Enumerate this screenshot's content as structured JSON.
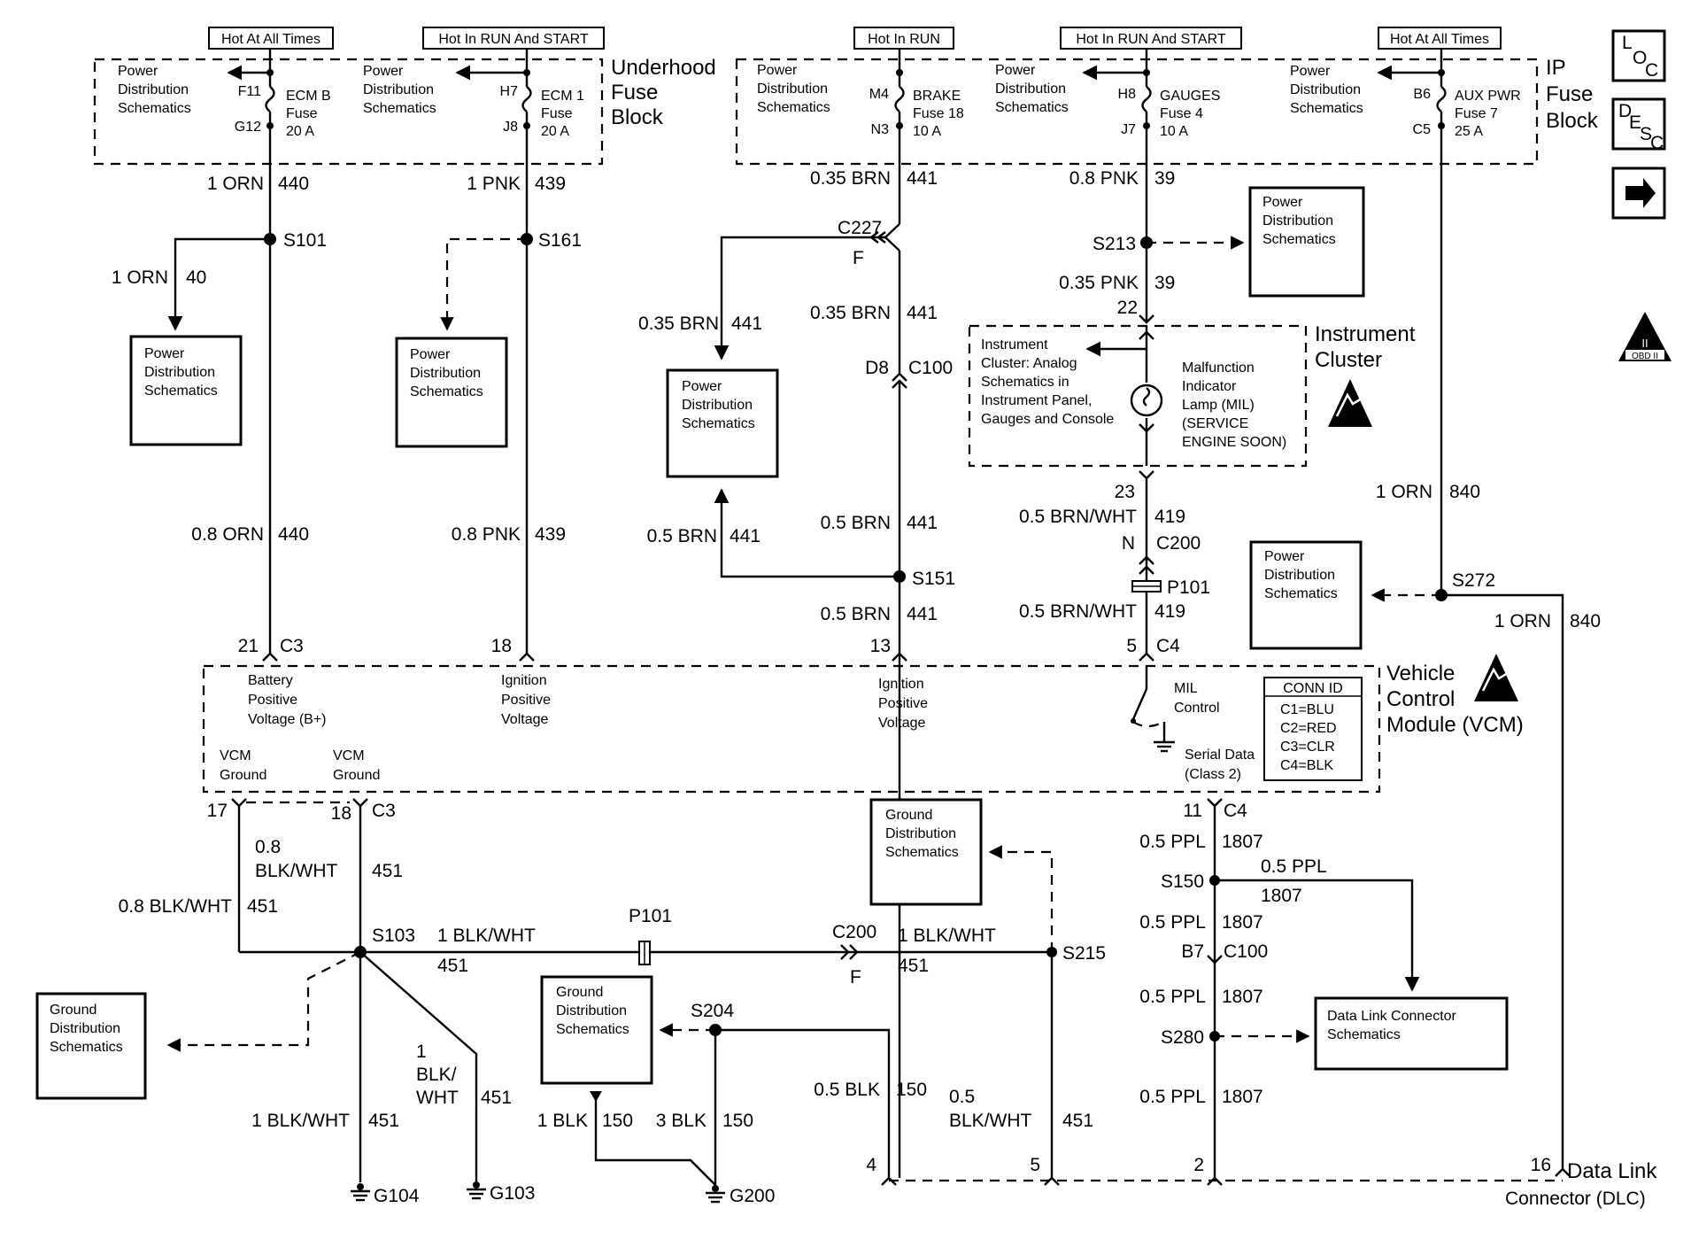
{
  "headers": {
    "ecmb": "Hot At All Times",
    "ecm1": "Hot In RUN And START",
    "brake": "Hot In RUN",
    "gauges": "Hot In RUN And START",
    "aux": "Hot At All Times"
  },
  "fuse_blocks": {
    "underhood": [
      "Underhood",
      "Fuse",
      "Block"
    ],
    "ip": [
      "IP",
      "Fuse",
      "Block"
    ]
  },
  "power_dist": [
    "Power",
    "Distribution",
    "Schematics"
  ],
  "ground_dist": [
    "Ground",
    "Distribution",
    "Schematics"
  ],
  "dlc_schematics": [
    "Data Link Connector",
    "Schematics"
  ],
  "fuses": {
    "ecmb": {
      "top_pin": "F11",
      "bot_pin": "G12",
      "lines": [
        "ECM B",
        "Fuse",
        "20 A"
      ]
    },
    "ecm1": {
      "top_pin": "H7",
      "bot_pin": "J8",
      "lines": [
        "ECM 1",
        "Fuse",
        "20 A"
      ]
    },
    "brake": {
      "top_pin": "M4",
      "bot_pin": "N3",
      "lines": [
        "BRAKE",
        "Fuse 18",
        "10 A"
      ]
    },
    "gauges": {
      "top_pin": "H8",
      "bot_pin": "J7",
      "lines": [
        "GAUGES",
        "Fuse 4",
        "10 A"
      ]
    },
    "aux": {
      "top_pin": "B6",
      "bot_pin": "C5",
      "lines": [
        "AUX PWR",
        "Fuse 7",
        "25 A"
      ]
    }
  },
  "wires": {
    "w440_top": [
      "1 ORN",
      "440"
    ],
    "w40": [
      "1 ORN",
      "40"
    ],
    "w440_mid": [
      "0.8 ORN",
      "440"
    ],
    "w439_top": [
      "1 PNK",
      "439"
    ],
    "w439_mid": [
      "0.8 PNK",
      "439"
    ],
    "w441_a": [
      "0.35 BRN",
      "441"
    ],
    "w441_b": [
      "0.35 BRN",
      "441"
    ],
    "w441_c": [
      "0.35 BRN",
      "441"
    ],
    "w441_d": [
      "0.5 BRN",
      "441"
    ],
    "w441_e": [
      "0.5 BRN",
      "441"
    ],
    "w441_f": [
      "0.5 BRN",
      "441"
    ],
    "w39_a": [
      "0.8 PNK",
      "39"
    ],
    "w39_b": [
      "0.35 PNK",
      "39"
    ],
    "w419_a": [
      "0.5 BRN/WHT",
      "419"
    ],
    "w419_b": [
      "0.5 BRN/WHT",
      "419"
    ],
    "w840_a": [
      "1 ORN",
      "840"
    ],
    "w840_b": [
      "1 ORN",
      "840"
    ],
    "w451_a": [
      "0.8",
      "BLK/WHT",
      "451"
    ],
    "w451_b": [
      "0.8 BLK/WHT",
      "451"
    ],
    "w451_c": [
      "1 BLK/WHT",
      "451"
    ],
    "w451_d": [
      "1 BLK/WHT",
      "451"
    ],
    "w451_e": [
      "1",
      "BLK/",
      "WHT",
      "451"
    ],
    "w451_f": [
      "1 BLK/WHT",
      "451"
    ],
    "w451_g": [
      "0.5",
      "BLK/WHT",
      "451"
    ],
    "w150_a": [
      "1 BLK",
      "150"
    ],
    "w150_b": [
      "3 BLK",
      "150"
    ],
    "w150_c": [
      "0.5 BLK",
      "150"
    ],
    "w1807_a": [
      "0.5 PPL",
      "1807"
    ],
    "w1807_b": [
      "0.5 PPL",
      "1807"
    ],
    "w1807_c": [
      "0.5 PPL",
      "1807"
    ],
    "w1807_d": [
      "0.5 PPL",
      "1807"
    ],
    "w1807_e": [
      "0.5 PPL",
      "1807"
    ]
  },
  "splices": {
    "s101": "S101",
    "s161": "S161",
    "s213": "S213",
    "s151": "S151",
    "s272": "S272",
    "s103": "S103",
    "s215": "S215",
    "s204": "S204",
    "s150": "S150",
    "s280": "S280"
  },
  "connectors": {
    "c227": "C227",
    "c227_f": "F",
    "d8": "D8",
    "c100": "C100",
    "c200": "C200",
    "n": "N",
    "p101": "P101",
    "p101_h": "P101",
    "c200_h": "C200",
    "c200_h_f": "F",
    "b7": "B7",
    "c100_b": "C100",
    "c3_21": "21",
    "c3_21_lbl": "C3",
    "pin18": "18",
    "pin13": "13",
    "c4_5": "5",
    "c4_5_lbl": "C4",
    "c4_11": "11",
    "c4_11_lbl": "C4",
    "pin23": "23",
    "pin22": "22",
    "pin17": "17",
    "pin18b": "18",
    "c3b": "C3",
    "dlc_4": "4",
    "dlc_5": "5",
    "dlc_2": "2",
    "dlc_16": "16"
  },
  "grounds": {
    "g104": "G104",
    "g103": "G103",
    "g200": "G200"
  },
  "cluster": {
    "title": [
      "Instrument",
      "Cluster"
    ],
    "left": [
      "Instrument",
      "Cluster: Analog",
      "Schematics in",
      "Instrument Panel,",
      "Gauges and Console"
    ],
    "right": [
      "Malfunction",
      "Indicator",
      "Lamp (MIL)",
      "(SERVICE",
      "ENGINE SOON)"
    ]
  },
  "vcm": {
    "title": [
      "Vehicle",
      "Control",
      "Module (VCM)"
    ],
    "bplus": [
      "Battery",
      "Positive",
      "Voltage (B+)"
    ],
    "ign1": [
      "Ignition",
      "Positive",
      "Voltage"
    ],
    "ign2": [
      "Ignition",
      "Positive",
      "Voltage"
    ],
    "gnd1": [
      "VCM",
      "Ground"
    ],
    "gnd2": [
      "VCM",
      "Ground"
    ],
    "mil": [
      "MIL",
      "Control"
    ],
    "serial": [
      "Serial Data",
      "(Class 2)"
    ],
    "conn_id": [
      "CONN ID",
      "C1=BLU",
      "C2=RED",
      "C3=CLR",
      "C4=BLK"
    ]
  },
  "dlc": [
    "Data Link",
    "Connector (DLC)"
  ],
  "side_icons": {
    "loc": [
      "L",
      "O",
      "C"
    ],
    "desc": [
      "D",
      "E",
      "S",
      "C"
    ],
    "obd": "OBD II",
    "obd_numeral": "II"
  },
  "icons": [
    "loc-icon",
    "desc-icon",
    "next-arrow-icon",
    "obd-ii-icon",
    "esd-sensitive-icon"
  ]
}
